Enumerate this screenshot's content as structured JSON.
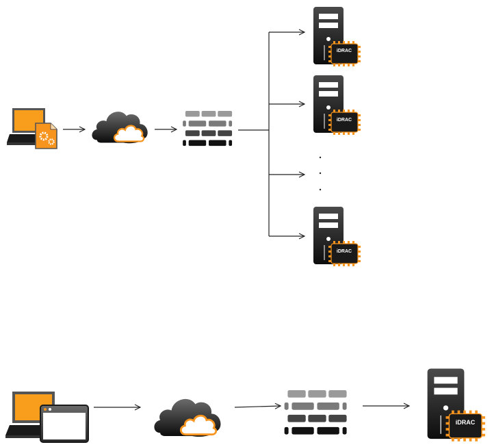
{
  "diagram": {
    "top_flow": {
      "source": {
        "icon": "laptop-with-config-file-icon"
      },
      "network": {
        "icon": "cloud-icon"
      },
      "firewall": {
        "icon": "firewall-icon"
      },
      "targets": [
        {
          "icon": "server-with-idrac-icon",
          "chip_label": "iDRAC"
        },
        {
          "icon": "server-with-idrac-icon",
          "chip_label": "iDRAC"
        },
        {
          "icon": "ellipsis-icon",
          "text": "· · ·"
        },
        {
          "icon": "server-with-idrac-icon",
          "chip_label": "iDRAC"
        }
      ]
    },
    "bottom_flow": {
      "source": {
        "icon": "laptop-with-browser-window-icon"
      },
      "network": {
        "icon": "cloud-icon"
      },
      "firewall": {
        "icon": "firewall-icon"
      },
      "target": {
        "icon": "server-with-idrac-icon",
        "chip_label": "iDRAC"
      }
    },
    "colors": {
      "accent_orange": "#f7941d",
      "screen_orange": "#f99d1c",
      "dark": "#1a1a1a",
      "gray": "#808080",
      "line": "#333333"
    }
  }
}
